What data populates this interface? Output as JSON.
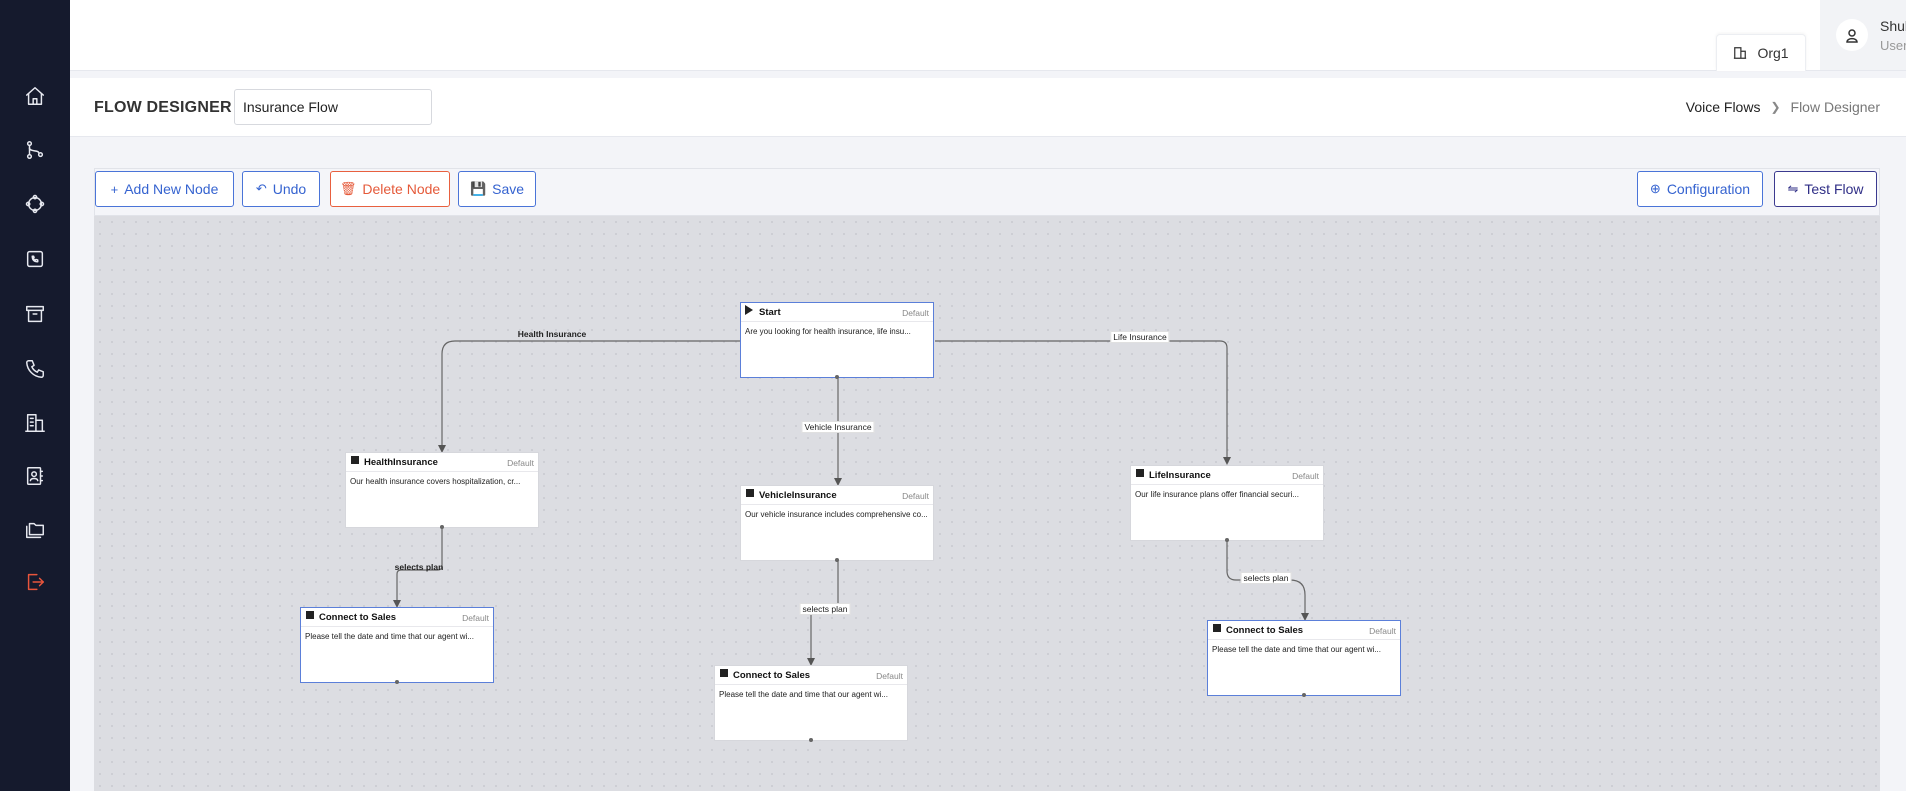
{
  "sidebar": {
    "icons": [
      "home-icon",
      "flow-icon",
      "integrations-icon",
      "phone-book-icon",
      "archive-icon",
      "phone-icon",
      "building-icon",
      "contacts-icon",
      "folders-icon",
      "logout-icon"
    ]
  },
  "topbar": {
    "org_name": "Org1",
    "user_name": "Shubham",
    "user_role": "User"
  },
  "header": {
    "title": "FLOW DESIGNER",
    "flow_name_value": "Insurance Flow",
    "breadcrumb": [
      "Voice Flows",
      "Flow Designer"
    ]
  },
  "toolbar": {
    "add_node": "Add New Node",
    "undo": "Undo",
    "delete_node": "Delete Node",
    "save": "Save",
    "configuration": "Configuration",
    "test_flow": "Test Flow"
  },
  "colors": {
    "sidebar": "#151a2d",
    "primary": "#4a74d8",
    "danger": "#e55a3a",
    "indigo": "#2f2e86"
  },
  "flow": {
    "nodes": [
      {
        "id": "start",
        "title": "Start",
        "type": "Default",
        "desc": "Are you looking for health insurance, life insu..."
      },
      {
        "id": "health",
        "title": "HealthInsurance",
        "type": "Default",
        "desc": "Our health insurance covers hospitalization, cr..."
      },
      {
        "id": "vehicle",
        "title": "VehicleInsurance",
        "type": "Default",
        "desc": "Our vehicle insurance includes comprehensive co..."
      },
      {
        "id": "life",
        "title": "LifeInsurance",
        "type": "Default",
        "desc": "Our life insurance plans offer financial securi..."
      },
      {
        "id": "sales1",
        "title": "Connect to Sales",
        "type": "Default",
        "desc": "Please tell the date and time that our agent wi..."
      },
      {
        "id": "sales2",
        "title": "Connect to Sales",
        "type": "Default",
        "desc": "Please tell the date and time that our agent wi..."
      },
      {
        "id": "sales3",
        "title": "Connect to Sales",
        "type": "Default",
        "desc": "Please tell the date and time that our agent wi..."
      }
    ],
    "edges": [
      {
        "from": "start",
        "to": "health",
        "label": "Health Insurance"
      },
      {
        "from": "start",
        "to": "vehicle",
        "label": "Vehicle Insurance"
      },
      {
        "from": "start",
        "to": "life",
        "label": "Life Insurance"
      },
      {
        "from": "health",
        "to": "sales1",
        "label": "selects plan"
      },
      {
        "from": "vehicle",
        "to": "sales2",
        "label": "selects plan"
      },
      {
        "from": "life",
        "to": "sales3",
        "label": "selects plan"
      }
    ]
  }
}
